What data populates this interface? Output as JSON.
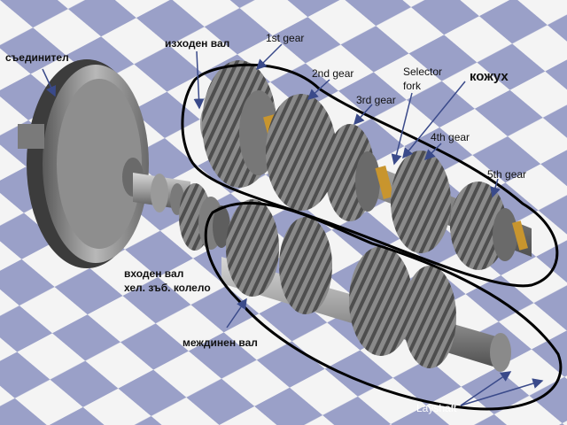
{
  "labels": {
    "coupling": "съединител",
    "output_shaft": "изходен вал",
    "input_shaft": "входен вал",
    "helical_gear": "хел. зъб. колело",
    "countershaft": "междинен вал",
    "housing": "кожух",
    "gear1": "1st gear",
    "gear2": "2nd gear",
    "gear3": "3rd gear",
    "selector": "Selector",
    "fork": "fork",
    "gear4": "4th gear",
    "gear5": "5th gear",
    "layshaft": "Layshaft"
  },
  "colors": {
    "checker_light": "#f4f4f4",
    "checker_dark": "#9aa0c8",
    "metal_dark": "#4a4a4a",
    "metal": "#8c8c8c",
    "metal_light": "#c8c8c8",
    "fork": "#c8952e",
    "ink": "#000000",
    "arrow": "#3a4a8a"
  }
}
